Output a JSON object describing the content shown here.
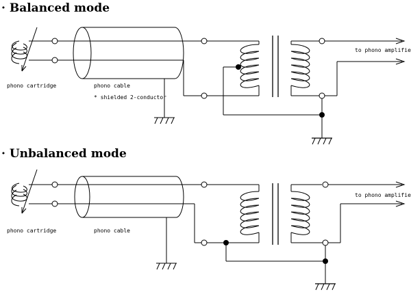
{
  "sections": [
    {
      "title": "· Balanced mode",
      "labels": {
        "cartridge": "phono cartridge",
        "cable": "phono cable",
        "note": "* shielded 2-conductor",
        "amp": "to phono amplifier"
      }
    },
    {
      "title": "· Unbalanced mode",
      "labels": {
        "cartridge": "phono cartridge",
        "cable": "phono cable",
        "amp": "to phono amplifier"
      }
    }
  ]
}
